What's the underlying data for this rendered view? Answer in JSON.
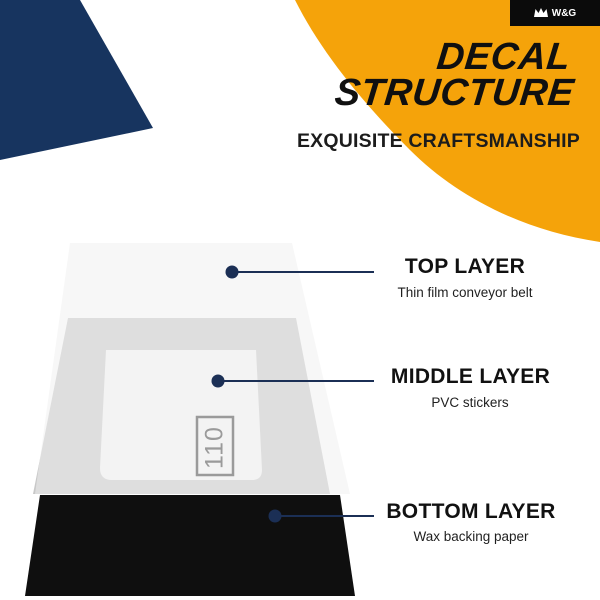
{
  "brand": {
    "label": "W&G",
    "icon": "crown-icon"
  },
  "header": {
    "title_line1": "DECAL",
    "title_line2": "STRUCTURE",
    "subtitle": "EXQUISITE CRAFTSMANSHIP"
  },
  "layers": {
    "top": {
      "title": "TOP LAYER",
      "desc": "Thin film conveyor belt"
    },
    "middle": {
      "title": "MIDDLE LAYER",
      "desc": "PVC stickers"
    },
    "bottom": {
      "title": "BOTTOM LAYER",
      "desc": "Wax backing paper"
    }
  },
  "sticker": {
    "number": "110"
  },
  "colors": {
    "navy": "#17345f",
    "orange": "#f5a30a",
    "backing": "#0f0f0f",
    "pvc": "#c8c8c8",
    "film": "#eeeeee",
    "marker": "#1b2f55"
  }
}
